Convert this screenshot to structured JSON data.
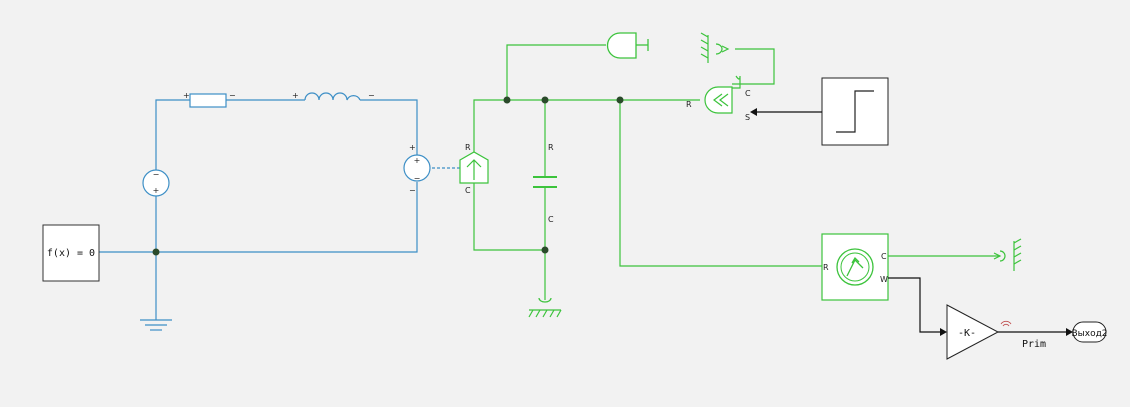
{
  "colors": {
    "background": "#f2f2f2",
    "electrical": "#3d8fc6",
    "mechanical": "#3cc33c",
    "signal": "#111111",
    "junction": "#2a4a2a"
  },
  "electrical": {
    "solver_block_label": "f(x) = 0",
    "resistor_plus": "+",
    "resistor_minus": "−",
    "inductor_plus": "+",
    "inductor_minus": "−",
    "controlled_voltage_plus": "+",
    "controlled_voltage_minus": "−",
    "voltage_sensor_plus": "+",
    "voltage_sensor_minus": "−"
  },
  "mechanical": {
    "force_source_r": "R",
    "force_source_c": "C",
    "spring_r": "R",
    "spring_c": "C",
    "clutch_r": "R",
    "clutch_c": "C",
    "clutch_s": "S",
    "sensor_r": "R",
    "sensor_c": "C",
    "sensor_w": "W"
  },
  "signal": {
    "gain_label": "-K-",
    "output_port_label": "Выход2",
    "signal_name": "Prim"
  }
}
